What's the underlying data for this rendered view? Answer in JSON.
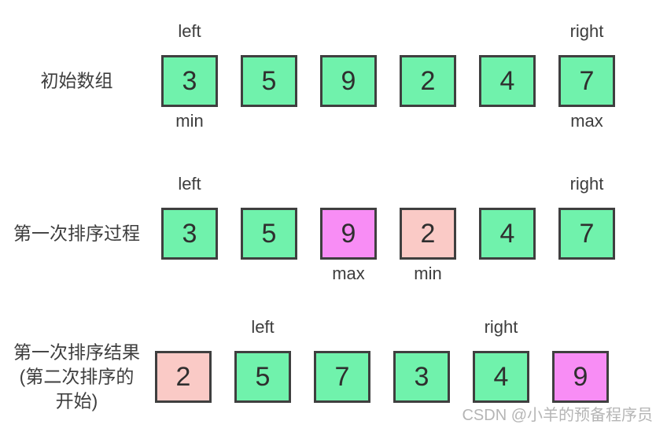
{
  "colors": {
    "page_bg": "#ffffff",
    "green": "#70f2ac",
    "magenta": "#f88df5",
    "pink": "#facac6",
    "border": "#3f3f3f",
    "text": "#3d3d3d",
    "number_text": "#2f2f2f",
    "watermark": "#b5b5b5"
  },
  "watermark": {
    "text": "CSDN @小羊的预备程序员"
  },
  "rows": [
    {
      "label_lines": [
        "初始数组",
        "",
        ""
      ],
      "cells": [
        {
          "value": "3",
          "color": "green",
          "top": "left",
          "bottom": "min"
        },
        {
          "value": "5",
          "color": "green",
          "top": "",
          "bottom": ""
        },
        {
          "value": "9",
          "color": "green",
          "top": "",
          "bottom": ""
        },
        {
          "value": "2",
          "color": "green",
          "top": "",
          "bottom": ""
        },
        {
          "value": "4",
          "color": "green",
          "top": "",
          "bottom": ""
        },
        {
          "value": "7",
          "color": "green",
          "top": "right",
          "bottom": "max"
        }
      ]
    },
    {
      "label_lines": [
        "第一次排序过程",
        "",
        ""
      ],
      "cells": [
        {
          "value": "3",
          "color": "green",
          "top": "left",
          "bottom": ""
        },
        {
          "value": "5",
          "color": "green",
          "top": "",
          "bottom": ""
        },
        {
          "value": "9",
          "color": "magenta",
          "top": "",
          "bottom": "max"
        },
        {
          "value": "2",
          "color": "pink",
          "top": "",
          "bottom": "min"
        },
        {
          "value": "4",
          "color": "green",
          "top": "",
          "bottom": ""
        },
        {
          "value": "7",
          "color": "green",
          "top": "right",
          "bottom": ""
        }
      ]
    },
    {
      "label_lines": [
        "第一次排序结果",
        "(第二次排序的",
        "开始)"
      ],
      "cells": [
        {
          "value": "2",
          "color": "pink",
          "top": "",
          "bottom": ""
        },
        {
          "value": "5",
          "color": "green",
          "top": "left",
          "bottom": ""
        },
        {
          "value": "7",
          "color": "green",
          "top": "",
          "bottom": ""
        },
        {
          "value": "3",
          "color": "green",
          "top": "",
          "bottom": ""
        },
        {
          "value": "4",
          "color": "green",
          "top": "right",
          "bottom": ""
        },
        {
          "value": "9",
          "color": "magenta",
          "top": "",
          "bottom": ""
        }
      ]
    }
  ]
}
